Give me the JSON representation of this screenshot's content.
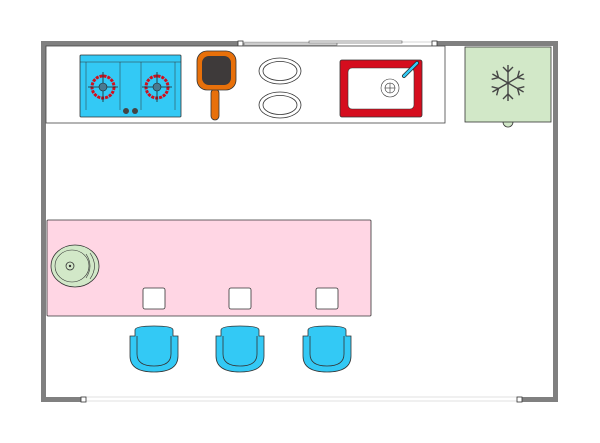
{
  "plan": {
    "colors": {
      "wall": "#808080",
      "stove": "#33c9f5",
      "burner_ring": "#d0101e",
      "pan": "#e8700a",
      "pan_inner": "#3e3a3a",
      "sink": "#d50d1e",
      "faucet": "#33c9f5",
      "fridge": "#d2e8c8",
      "island": "#ffd6e4",
      "chair": "#33c9f5",
      "cooktop_round": "#d2e8c8"
    },
    "items": [
      "wall",
      "window",
      "counter",
      "stove",
      "frying-pan",
      "plates",
      "sink",
      "refrigerator",
      "island",
      "round-cooktop",
      "stools",
      "chairs"
    ]
  }
}
